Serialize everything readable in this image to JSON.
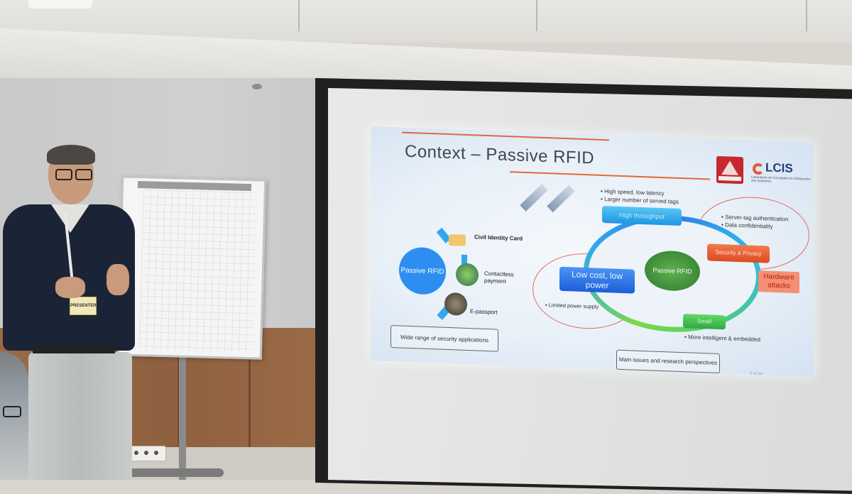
{
  "slide": {
    "title": "Context – Passive RFID",
    "logo_lcis": "LCIS",
    "logo_lcis_sub": "Laboratoire de Conception et d'Intégration des Systèmes",
    "passive_rfid": "Passive RFID",
    "civil_identity": "Civil Identity Card",
    "contactless_payment": "Contactless payment",
    "epassport": "E-passport",
    "security_range": "Wide range of security applications",
    "speed_bullets": [
      "High speed, low latency",
      "Larger number of served tags"
    ],
    "server_bullets": [
      "Server-tag authentication",
      "Data confidentiality"
    ],
    "throughput_box": "High throughput",
    "center_label": "Passive RFID",
    "low_cost_box": "Low cost, low power",
    "security_box": "Security & Privacy",
    "hardware_box": "Hardware attacks",
    "small_box": "Small",
    "power_bullet": "Limited power supply",
    "intel_bullet": "More intelligent & embedded",
    "issues_box": "Main issues and research perspectives",
    "page_number": "5 of 34"
  },
  "badge": {
    "label": "PRESENTER"
  },
  "colors": {
    "accent_orange": "#e06a3a",
    "rfid_blue": "#2c8ef0",
    "lowcost_blue": "#1c5ed8",
    "security_orange": "#dd4b24",
    "center_green": "#2f7a2f",
    "atf_red": "#c7272f",
    "lcis_navy": "#1f3f78"
  }
}
